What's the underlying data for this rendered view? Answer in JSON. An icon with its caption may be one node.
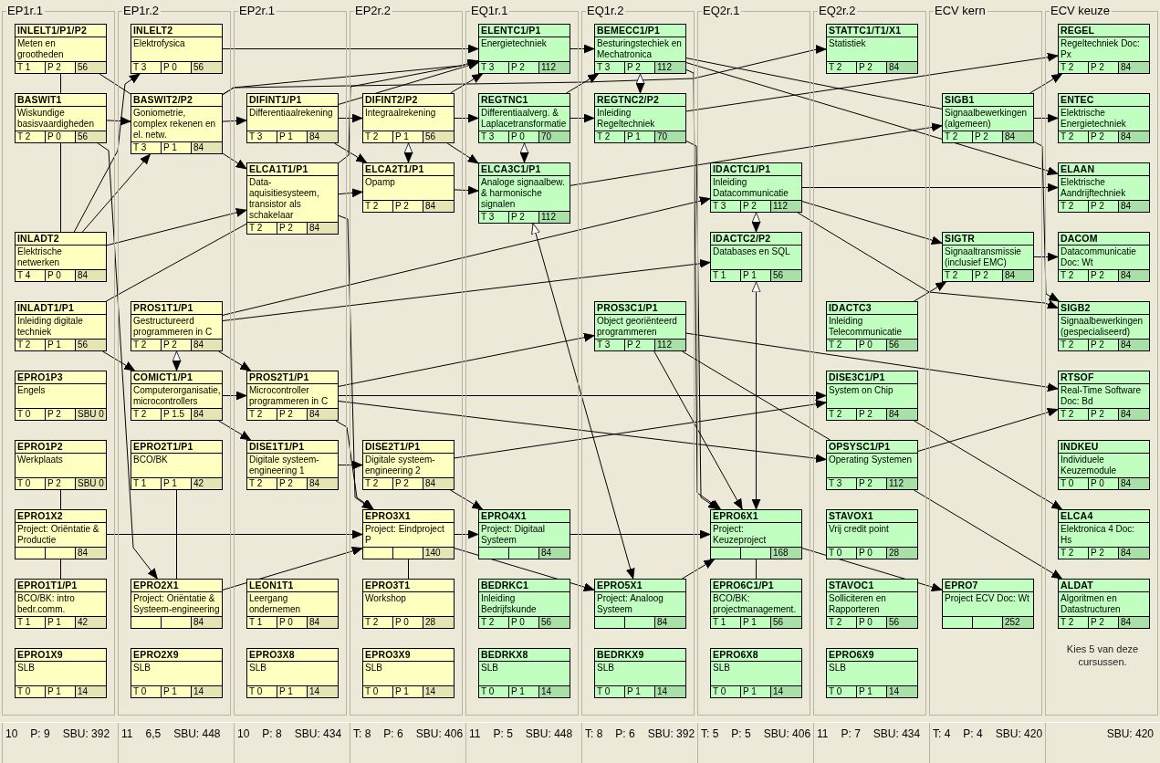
{
  "diagram": {
    "nodes": [
      {
        "text": [
          "EP1r.1"
        ],
        "beside": [
          "10",
          "P: 9",
          "SBU: 392"
        ]
      },
      {
        "text": [
          "INLELT1/P1/P2",
          "Meten en grootheden",
          "T 1",
          "P 2",
          "56"
        ],
        "in": 0
      },
      {
        "text": [
          "BASWIT1",
          "Wiskundige basisvaardigheden",
          "T 2",
          "P 0",
          "56"
        ],
        "in": 0
      },
      {
        "text": [
          "INLADT2",
          "Elektrische netwerken",
          "T 4",
          "P 0",
          "84"
        ],
        "in": 0
      },
      {
        "text": [
          "INLADT1/P1",
          "Inleiding digitale techniek",
          "T 2",
          "P 1",
          "56"
        ],
        "in": 0
      },
      {
        "text": [
          "EPRO1P3",
          "Engels",
          "T 0",
          "P 2",
          "SBU 0"
        ],
        "in": 0
      },
      {
        "text": [
          "EPRO1P2",
          "Werkplaats",
          "T 0",
          "P 2",
          "SBU 0"
        ],
        "in": 0
      },
      {
        "text": [
          "EPRO1X2",
          "Project: Oriëntatie & Productie",
          "84"
        ],
        "in": 0
      },
      {
        "text": [
          "EPRO1T1/P1",
          "BCO/BK: intro bedr.comm.",
          "T 1",
          "P 1",
          "42"
        ],
        "in": 0
      },
      {
        "text": [
          "EPRO1X9",
          "SLB",
          "T 0",
          "P 1",
          "14"
        ],
        "in": 0
      },
      {
        "text": [
          "EP1r.2"
        ],
        "beside": [
          "11",
          "6,5",
          "SBU: 448"
        ]
      },
      {
        "text": [
          "INLELT2",
          "Elektrofysica",
          "T 3",
          "P 0",
          "56"
        ],
        "in": 10
      },
      {
        "text": [
          "BASWIT2/P2",
          "Goniometrie, complex rekenen en el. netw.",
          "T 3",
          "P 1",
          "84"
        ],
        "in": 10
      },
      {
        "text": [
          "PROS1T1/P1",
          "Gestructureerd programmeren in C",
          "T 2",
          "P 2",
          "84"
        ],
        "in": 10
      },
      {
        "text": [
          "COMICT1/P1",
          "Computerorganisatie, microcontrollers",
          "T 2",
          "P 1.5",
          "84"
        ],
        "in": 10
      },
      {
        "text": [
          "EPRO2T1/P1",
          "BCO/BK",
          "T 1",
          "P 1",
          "42"
        ],
        "in": 10
      },
      {
        "text": [
          "EPRO2X1",
          "Project: Oriëntatie & Systeem-engineering",
          "84"
        ],
        "in": 10
      },
      {
        "text": [
          "EPRO2X9",
          "SLB",
          "T 0",
          "P 1",
          "14"
        ],
        "in": 10
      },
      {
        "text": [
          "EP2r.1"
        ],
        "beside": [
          "10",
          "P: 8",
          "SBU: 434"
        ]
      },
      {
        "text": [
          "DIFINT1/P1",
          "Differentiaalrekening",
          "T 3",
          "P 1",
          "84"
        ],
        "in": 18
      },
      {
        "text": [
          "ELCA1T1/P1",
          "Data-aquisitiesysteem, transistor als schakelaar",
          "T 2",
          "P 2",
          "84"
        ],
        "in": 18
      },
      {
        "text": [
          "PROS2T1/P1",
          "Microcontroller programmeren in C",
          "T 2",
          "P 2",
          "84"
        ],
        "in": 18
      },
      {
        "text": [
          "DISE1T1/P1",
          "Digitale systeem-engineering 1",
          "T 2",
          "P 2",
          "84"
        ],
        "in": 18
      },
      {
        "text": [
          "LEON1T1",
          "Leergang ondernemen",
          "T 1",
          "P 0",
          "84"
        ],
        "in": 18
      },
      {
        "text": [
          "EPRO3X8",
          "SLB",
          "T 0",
          "P 1",
          "14"
        ],
        "in": 18
      },
      {
        "text": [
          "EP2r.2"
        ],
        "beside": [
          "T: 8",
          "P: 6",
          "SBU: 406"
        ]
      },
      {
        "text": [
          "DIFINT2/P2",
          "Integraalrekening",
          "T 2",
          "P 1",
          "56"
        ],
        "in": 25
      },
      {
        "text": [
          "ELCA2T1/P1",
          "Opamp",
          "T 2",
          "P 2",
          "84"
        ],
        "in": 25
      },
      {
        "text": [
          "DISE2T1/P1",
          "Digitale systeem-engineering 2",
          "T 2",
          "P 2",
          "84"
        ],
        "in": 25
      },
      {
        "text": [
          "EPRO3X1",
          "Project: Eindproject P",
          "140"
        ],
        "in": 25
      },
      {
        "text": [
          "EPRO3T1",
          "Workshop",
          "T 2",
          "P 0",
          "28"
        ],
        "in": 25
      },
      {
        "text": [
          "EPRO3X9",
          "SLB",
          "T 0",
          "P 1",
          "14"
        ],
        "in": 25
      },
      {
        "text": [
          "EQ1r.1"
        ],
        "beside": [
          "11",
          "P: 5",
          "SBU: 448"
        ]
      },
      {
        "text": [
          "ELENTC1/P1",
          "Energietechniek",
          "T 3",
          "P 2",
          "112"
        ],
        "in": 32
      },
      {
        "text": [
          "REGTNC1",
          "Differentiaalverg. & Laplacetransformatie",
          "T 3",
          "P 0",
          "70"
        ],
        "in": 32
      },
      {
        "text": [
          "ELCA3C1/P1",
          "Analoge signaalbew. & harmonische signalen",
          "T 3",
          "P 2",
          "112"
        ],
        "in": 32
      },
      {
        "text": [
          "EPRO4X1",
          "Project: Digitaal Systeem",
          "84"
        ],
        "in": 32
      },
      {
        "text": [
          "BEDRKC1",
          "Inleiding Bedrijfskunde",
          "T 2",
          "P 0",
          "56"
        ],
        "in": 32
      },
      {
        "text": [
          "BEDRKX8",
          "SLB",
          "T 0",
          "P 1",
          "14"
        ],
        "in": 32
      },
      {
        "text": [
          "EQ1r.2"
        ],
        "beside": [
          "T: 8",
          "P: 6",
          "SBU: 392"
        ]
      },
      {
        "text": [
          "BEMECC1/P1",
          "Besturingstechiek en Mechatronica",
          "T 3",
          "P 2",
          "112"
        ],
        "in": 39
      },
      {
        "text": [
          "REGTNC2/P2",
          "Inleiding Regeltechniek",
          "T 2",
          "P 1",
          "70"
        ],
        "in": 39
      },
      {
        "text": [
          "PROS3C1/P1",
          "Object georiënteerd programmeren",
          "T 3",
          "P 2",
          "112"
        ],
        "in": 39
      },
      {
        "text": [
          "EPRO5X1",
          "Project: Analoog Systeem",
          "84"
        ],
        "in": 39
      },
      {
        "text": [
          "BEDRKX9",
          "SLB",
          "T 0",
          "P 1",
          "14"
        ],
        "in": 39
      },
      {
        "text": [
          "EQ2r.1"
        ],
        "beside": [
          "T: 5",
          "P: 5",
          "SBU: 406"
        ]
      },
      {
        "text": [
          "IDACTC1/P1",
          "Inleiding Datacommunicatie",
          "T 3",
          "P 2",
          "112"
        ],
        "in": 45
      },
      {
        "text": [
          "IDACTC2/P2",
          "Databases en SQL",
          "T 1",
          "P 1",
          "56"
        ],
        "in": 45
      },
      {
        "text": [
          "EPRO6X1",
          "Project: Keuzeproject",
          "168"
        ],
        "in": 45
      },
      {
        "text": [
          "EPRO6C1/P1",
          "BCO/BK: projectmanagement.",
          "T 1",
          "P 1",
          "56"
        ],
        "in": 45
      },
      {
        "text": [
          "EPRO6X8",
          "SLB",
          "T 0",
          "P 1",
          "14"
        ],
        "in": 45
      },
      {
        "text": [
          "EQ2r.2"
        ],
        "beside": [
          "11",
          "P: 7",
          "SBU: 434"
        ]
      },
      {
        "text": [
          "STATTC1/T1/X1",
          "Statistiek",
          "T 2",
          "P 2",
          "84"
        ],
        "in": 51
      },
      {
        "text": [
          "IDACTC3",
          "Inleiding Telecommunicatie",
          "T 2",
          "P 0",
          "56"
        ],
        "in": 51
      },
      {
        "text": [
          "DISE3C1/P1",
          "System on Chip",
          "T 2",
          "P 2",
          "84"
        ],
        "in": 51
      },
      {
        "text": [
          "OPSYSC1/P1",
          "Operating Systemen",
          "T 3",
          "P 2",
          "112"
        ],
        "in": 51
      },
      {
        "text": [
          "STAVOX1",
          "Vrij credit point",
          "T 0",
          "P 0",
          "28"
        ],
        "in": 51
      },
      {
        "text": [
          "STAVOC1",
          "Solliciteren en Rapporteren",
          "T 2",
          "P 0",
          "56"
        ],
        "in": 51
      },
      {
        "text": [
          "EPRO6X9",
          "SLB",
          "T 0",
          "P 1",
          "14"
        ],
        "in": 51
      },
      {
        "text": [
          "ECV kern"
        ],
        "beside": [
          "T: 4",
          "P: 4",
          "SBU: 420"
        ]
      },
      {
        "text": [
          "SIGB1",
          "Signaalbewerkingen (algemeen)",
          "T 2",
          "P 2",
          "84"
        ],
        "in": 59
      },
      {
        "text": [
          "SIGTR",
          "Signaaltransmissie (inclusief EMC)",
          "T 2",
          "P 2",
          "84"
        ],
        "in": 59
      },
      {
        "text": [
          "EPRO7",
          "Project ECV Doc: Wt",
          "252"
        ],
        "in": 59
      },
      {
        "text": [
          "ECV keuze"
        ],
        "beside": [
          "SBU: 420"
        ]
      },
      {
        "text": [
          "REGEL",
          "Regeltechniek Doc: Px",
          "T 2",
          "P 2",
          "84"
        ],
        "in": 63
      },
      {
        "text": [
          "ENTEC",
          "Elektrische Energietechniek",
          "T 2",
          "P 2",
          "84"
        ],
        "in": 63
      },
      {
        "text": [
          "ELAAN",
          "Elektrische Aandrijftechniek",
          "T 2",
          "P 2",
          "84"
        ],
        "in": 63
      },
      {
        "text": [
          "DACOM",
          "Datacommunicatie Doc: Wt",
          "T 2",
          "P 2",
          "84"
        ],
        "in": 63
      },
      {
        "text": [
          "SIGB2",
          "Signaalbewerkingen (gespecialiseerd)",
          "T 2",
          "P 2",
          "84"
        ],
        "in": 63
      },
      {
        "text": [
          "RTSOF",
          "Real-Time Software Doc: Bd",
          "T 2",
          "P 2",
          "84"
        ],
        "in": 63
      },
      {
        "text": [
          "INDKEU",
          "Individuele Keuzemodule",
          "T 0",
          "P 0",
          "84"
        ],
        "in": 63
      },
      {
        "text": [
          "ELCA4",
          "Elektronica 4 Doc: Hs",
          "T 2",
          "P 2",
          "84"
        ],
        "in": 63
      },
      {
        "text": [
          "ALDAT",
          "Algoritmen en Datastructuren",
          "T 2",
          "P 2",
          "84"
        ],
        "in": 63
      }
    ],
    "edges": [
      {
        "from": 1,
        "to": 2,
        "arrow": "none"
      },
      {
        "from": 1,
        "to": 12,
        "arrow": "none"
      },
      {
        "from": 2,
        "to": 12,
        "arrow": "to"
      },
      {
        "from": 2,
        "to": 3,
        "arrow": "none"
      },
      {
        "from": 3,
        "to": 11,
        "arrow": "to"
      },
      {
        "from": 3,
        "to": 12,
        "arrow": "to"
      },
      {
        "from": 3,
        "to": 20,
        "arrow": "to"
      },
      {
        "from": 2,
        "to": 16,
        "arrow": "to"
      },
      {
        "from": 4,
        "to": 14,
        "arrow": "to"
      },
      {
        "from": 4,
        "to": 20,
        "arrow": "none"
      },
      {
        "from": 6,
        "to": 7,
        "arrow": "none"
      },
      {
        "from": 7,
        "to": 8,
        "arrow": "none"
      },
      {
        "from": 7,
        "to": 29,
        "arrow": "to"
      },
      {
        "from": 12,
        "to": 19,
        "arrow": "to"
      },
      {
        "from": 12,
        "to": 33,
        "arrow": "to"
      },
      {
        "from": 12,
        "to": 20,
        "arrow": "to"
      },
      {
        "from": 12,
        "to": 52,
        "arrow": "to"
      },
      {
        "from": 13,
        "to": 14,
        "arrow": "both"
      },
      {
        "from": 13,
        "to": 21,
        "arrow": "to"
      },
      {
        "from": 13,
        "to": 46,
        "arrow": "to"
      },
      {
        "from": 13,
        "to": 47,
        "arrow": "to"
      },
      {
        "from": 14,
        "to": 21,
        "arrow": "to"
      },
      {
        "from": 14,
        "to": 22,
        "arrow": "to"
      },
      {
        "from": 15,
        "to": 16,
        "arrow": "none"
      },
      {
        "from": 16,
        "to": 29,
        "arrow": "to"
      },
      {
        "from": 11,
        "to": 33,
        "arrow": "to"
      },
      {
        "from": 19,
        "to": 26,
        "arrow": "to"
      },
      {
        "from": 19,
        "to": 27,
        "arrow": "to"
      },
      {
        "from": 19,
        "to": 33,
        "arrow": "to"
      },
      {
        "from": 20,
        "to": 27,
        "arrow": "to"
      },
      {
        "from": 20,
        "to": 33,
        "arrow": "to"
      },
      {
        "from": 20,
        "to": 29,
        "arrow": "to"
      },
      {
        "from": 21,
        "to": 29,
        "arrow": "to"
      },
      {
        "from": 21,
        "to": 54,
        "arrow": "to"
      },
      {
        "from": 21,
        "to": 55,
        "arrow": "to"
      },
      {
        "from": 21,
        "to": 42,
        "arrow": "to"
      },
      {
        "from": 22,
        "to": 28,
        "arrow": "to"
      },
      {
        "from": 26,
        "to": 27,
        "arrow": "both"
      },
      {
        "from": 26,
        "to": 34,
        "arrow": "to"
      },
      {
        "from": 26,
        "to": 35,
        "arrow": "to"
      },
      {
        "from": 26,
        "to": 33,
        "arrow": "to"
      },
      {
        "from": 27,
        "to": 35,
        "arrow": "to"
      },
      {
        "from": 28,
        "to": 36,
        "arrow": "to"
      },
      {
        "from": 28,
        "to": 54,
        "arrow": "to"
      },
      {
        "from": 29,
        "to": 36,
        "arrow": "to"
      },
      {
        "from": 29,
        "to": 43,
        "arrow": "to"
      },
      {
        "from": 29,
        "to": 30,
        "arrow": "none"
      },
      {
        "from": 33,
        "to": 40,
        "arrow": "to"
      },
      {
        "from": 34,
        "to": 41,
        "arrow": "to"
      },
      {
        "from": 34,
        "to": 35,
        "arrow": "both"
      },
      {
        "from": 34,
        "to": 40,
        "arrow": "to"
      },
      {
        "from": 35,
        "to": 60,
        "arrow": "to"
      },
      {
        "from": 35,
        "to": 43,
        "arrow": "both"
      },
      {
        "from": 40,
        "to": 41,
        "arrow": "both"
      },
      {
        "from": 40,
        "to": 60,
        "arrow": "none"
      },
      {
        "from": 40,
        "to": 66,
        "arrow": "to"
      },
      {
        "from": 40,
        "to": 48,
        "arrow": "to"
      },
      {
        "from": 41,
        "to": 64,
        "arrow": "to"
      },
      {
        "from": 41,
        "to": 48,
        "arrow": "to"
      },
      {
        "from": 42,
        "to": 48,
        "arrow": "to"
      },
      {
        "from": 42,
        "to": 69,
        "arrow": "to"
      },
      {
        "from": 42,
        "to": 55,
        "arrow": "none"
      },
      {
        "from": 46,
        "to": 47,
        "arrow": "both"
      },
      {
        "from": 47,
        "to": 48,
        "arrow": "both"
      },
      {
        "from": 46,
        "to": 66,
        "arrow": "to"
      },
      {
        "from": 46,
        "to": 61,
        "arrow": "to"
      },
      {
        "from": 46,
        "to": 68,
        "arrow": "to"
      },
      {
        "from": 53,
        "to": 61,
        "arrow": "to"
      },
      {
        "from": 60,
        "to": 64,
        "arrow": "to"
      },
      {
        "from": 60,
        "to": 65,
        "arrow": "to"
      },
      {
        "from": 60,
        "to": 68,
        "arrow": "to"
      },
      {
        "from": 61,
        "to": 67,
        "arrow": "to"
      },
      {
        "from": 54,
        "to": 71,
        "arrow": "to"
      },
      {
        "from": 55,
        "to": 69,
        "arrow": "to"
      },
      {
        "from": 55,
        "to": 72,
        "arrow": "to"
      },
      {
        "from": 36,
        "to": 48,
        "arrow": "to"
      },
      {
        "from": 43,
        "to": 48,
        "arrow": "to"
      },
      {
        "from": 48,
        "to": 49,
        "arrow": "none"
      },
      {
        "from": 48,
        "to": 62,
        "arrow": "to"
      }
    ],
    "labels": [
      "Kies 5 van deze cursussen."
    ]
  }
}
